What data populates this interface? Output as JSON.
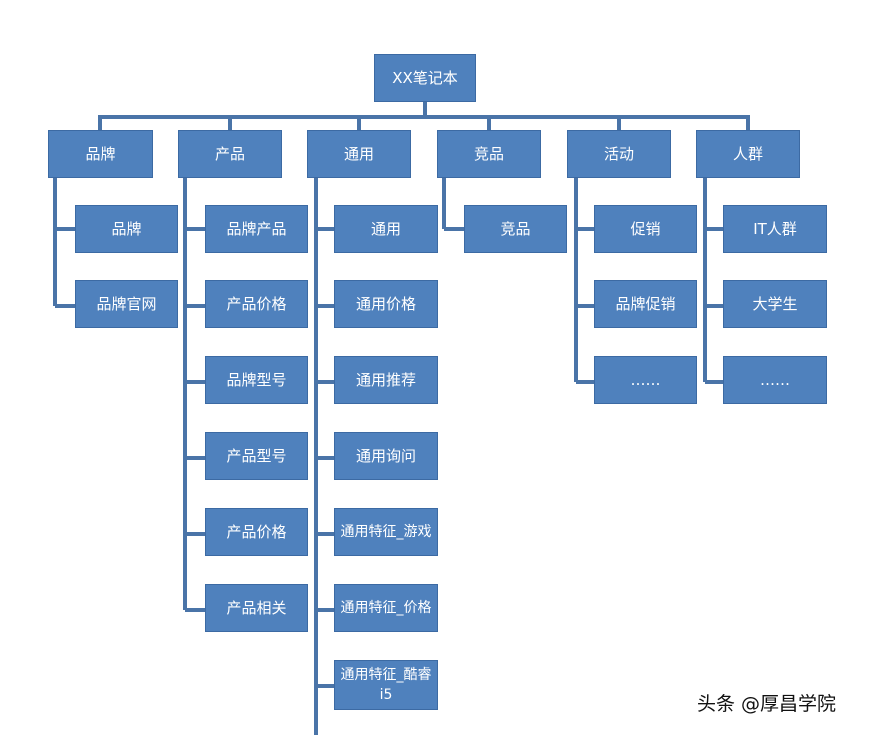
{
  "root": {
    "label": "XX笔记本"
  },
  "categories": [
    {
      "label": "品牌",
      "children": [
        "品牌",
        "品牌官网"
      ]
    },
    {
      "label": "产品",
      "children": [
        "品牌产品",
        "产品价格",
        "品牌型号",
        "产品型号",
        "产品价格",
        "产品相关"
      ]
    },
    {
      "label": "通用",
      "children": [
        "通用",
        "通用价格",
        "通用推荐",
        "通用询问",
        "通用特征_游戏",
        "通用特征_价格",
        "通用特征_酷睿i5"
      ]
    },
    {
      "label": "竞品",
      "children": [
        "竞品"
      ]
    },
    {
      "label": "活动",
      "children": [
        "促销",
        "品牌促销",
        "……"
      ]
    },
    {
      "label": "人群",
      "children": [
        "IT人群",
        "大学生",
        "……"
      ]
    }
  ],
  "watermark": "头条 @厚昌学院",
  "colors": {
    "box": "#4f81bd",
    "border": "#3c6aa3",
    "line": "#4a74a8",
    "text": "#ffffff"
  }
}
